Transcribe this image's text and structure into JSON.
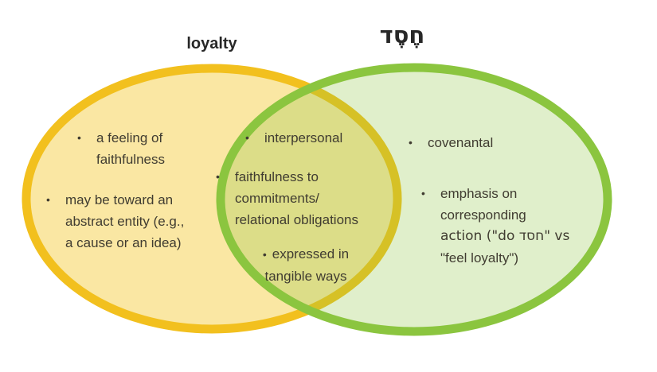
{
  "diagram": {
    "bullet": "•",
    "left": {
      "title": "loyalty",
      "items": [
        {
          "lines": [
            "a feeling of",
            "faithfulness"
          ]
        },
        {
          "lines": [
            "may be toward an",
            "abstract entity (e.g.,",
            "a cause or an idea)"
          ]
        }
      ]
    },
    "overlap": {
      "items": [
        {
          "lines": [
            "interpersonal"
          ]
        },
        {
          "lines": [
            "faithfulness to",
            "commitments/",
            "relational obligations"
          ]
        },
        {
          "lines": [
            "expressed in",
            "tangible ways"
          ]
        }
      ]
    },
    "right": {
      "title": "חֶסֶד",
      "items": [
        {
          "lines": [
            "covenantal"
          ]
        },
        {
          "lines": [
            "emphasis on",
            "corresponding",
            "action (\"do חסד\" vs",
            "\"feel loyalty\")"
          ]
        }
      ]
    }
  },
  "colors": {
    "left-stroke": "#F2C01E",
    "left-fill": "#FAE7A3",
    "right-stroke": "#8BC53F",
    "right-fill": "#8BC53F45",
    "text": "#403C31",
    "title": "#282828"
  }
}
